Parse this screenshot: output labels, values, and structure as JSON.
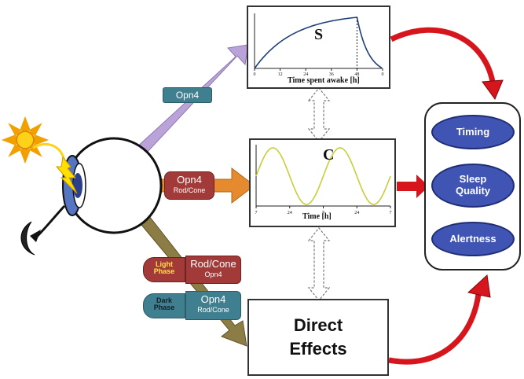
{
  "panel_s": {
    "letter": "S",
    "xlabel": "Time spent awake [h]",
    "ticks": [
      "0",
      "12",
      "24",
      "36",
      "48",
      "0"
    ]
  },
  "panel_c": {
    "letter": "C",
    "xlabel": "Time [h]",
    "ticks": [
      "7",
      "24",
      "7",
      "24",
      "7"
    ]
  },
  "labels": {
    "opn4_top": "Opn4",
    "opn4_mid": "Opn4",
    "rod_cone_mid": "Rod/Cone",
    "light_phase": "Light Phase",
    "rod_cone_light": "Rod/Cone",
    "opn4_light_sub": "Opn4",
    "dark_phase": "Dark Phase",
    "opn4_dark": "Opn4",
    "rod_cone_dark_sub": "Rod/Cone",
    "direct_effects": "Direct Effects"
  },
  "outcomes": [
    "Timing",
    "Sleep Quality",
    "Alertness"
  ],
  "colors": {
    "arrow_purple": "#b9a3d8",
    "arrow_orange": "#e58a2e",
    "arrow_olive": "#8b7d45",
    "arrow_red": "#d6161c",
    "pill_teal": "#3f7f8f",
    "pill_maroon": "#a23a39",
    "outcome_blue": "#3f54b3",
    "sine_yellow": "#c8cd3c"
  },
  "icons": [
    "sun-icon",
    "moon-icon",
    "eye-icon",
    "lightning-icon"
  ]
}
